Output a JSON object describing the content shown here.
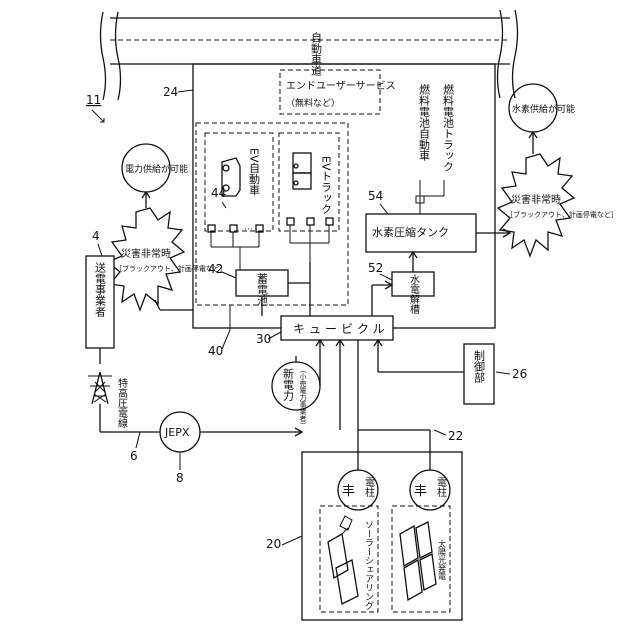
{
  "figure_number": "11",
  "labels": {
    "road": "自動車道",
    "power_supply": "電力供給が可能",
    "hydrogen_supply": "水素供給が可能",
    "power_transmission": "送電事業者",
    "disaster_left": "災害非常時",
    "disaster_left_sub": "［ブラックアウト、計画停電など］",
    "disaster_right": "災害非常時",
    "disaster_right_sub": "［ブラックアウト、計画停電など］",
    "high_voltage_line": "特高圧電線",
    "jepx": "JEPX",
    "new_power": "新電力",
    "new_power_sub": "（小売電力事業者）",
    "ev_car": "EV自動車",
    "ev_truck": "EVトラック",
    "storage_battery": "蓄電池",
    "cubicle": "キュービクル",
    "control_unit": "制御部",
    "hydrogen_storage": "水電解槽",
    "hydrogen_tank": "水素圧縮タンク",
    "fcv_car": "燃料電池自動車",
    "fcv_truck": "燃料電池トラック",
    "end_user": "エンドユーザーサービス",
    "end_user_sub": "（無料など）",
    "pole_left": "電柱",
    "pole_right": "電柱",
    "solar_sharing": "ソーラーシェアリング",
    "solar_power": "太陽光発電"
  },
  "reference_numbers": {
    "transmission": "4",
    "line": "6",
    "jepx": "8",
    "generation_site": "20",
    "poles": "22",
    "facility": "24",
    "control": "26",
    "cubicle": "30",
    "ev_area": "40",
    "battery": "42",
    "chargers": "44",
    "electrolyzer": "52",
    "tank": "54"
  },
  "icons": {
    "tower": "transmission-tower-icon",
    "car": "car-icon",
    "truck": "truck-icon",
    "pole": "utility-pole-icon",
    "panel": "solar-panel-icon"
  }
}
